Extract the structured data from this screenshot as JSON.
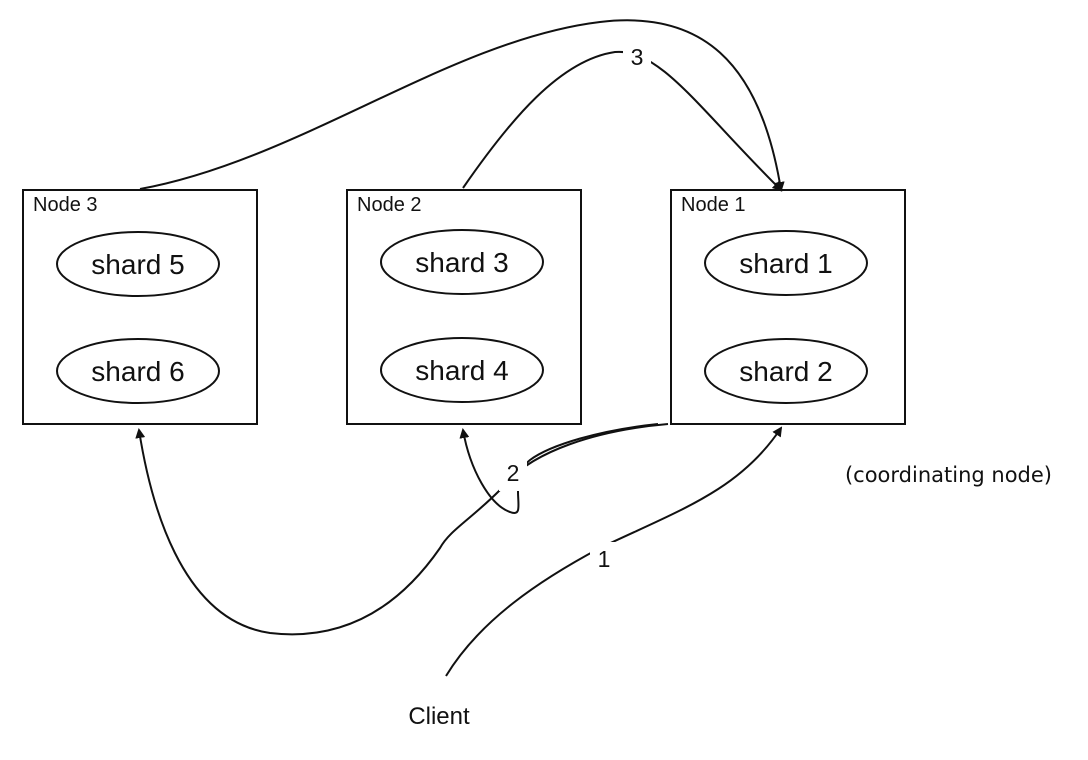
{
  "nodes": [
    {
      "label": "Node 3",
      "shards": [
        "shard 5",
        "shard 6"
      ]
    },
    {
      "label": "Node 2",
      "shards": [
        "shard 3",
        "shard 4"
      ]
    },
    {
      "label": "Node 1",
      "shards": [
        "shard 1",
        "shard 2"
      ]
    }
  ],
  "coordinating_note": "(coordinating node)",
  "client_label": "Client",
  "steps": {
    "step1": "1",
    "step2": "2",
    "step3": "3"
  }
}
